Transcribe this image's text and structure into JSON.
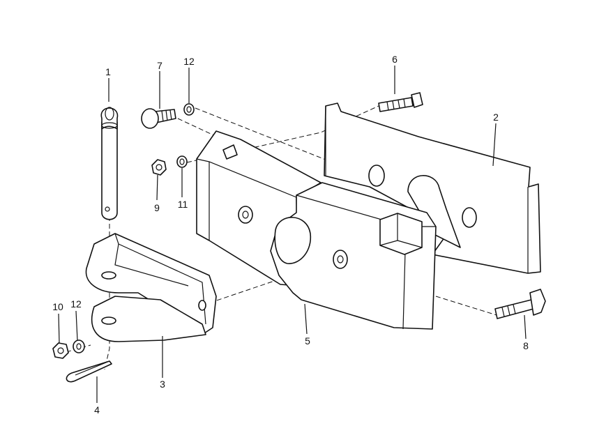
{
  "diagram": {
    "labels": {
      "pin": "1",
      "plate": "2",
      "bracket": "3",
      "cotter_pin": "4",
      "weight_block": "5",
      "bolt_upper": "6",
      "bolt_short": "7",
      "bolt_lower": "8",
      "nut_upper": "9",
      "nut_lower": "10",
      "washer_spring": "11",
      "washer_upper": "12",
      "washer_lower": "12"
    },
    "colors": {
      "line": "#111111",
      "background": "#ffffff"
    }
  }
}
